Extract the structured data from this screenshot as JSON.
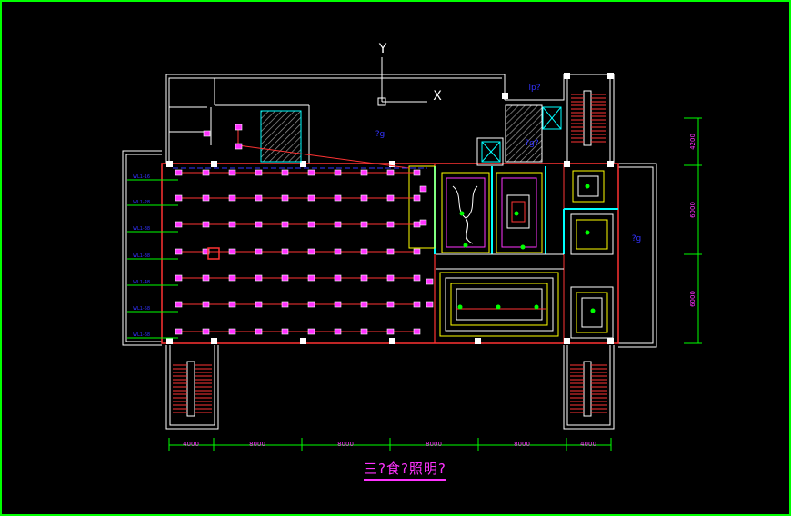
{
  "drawing": {
    "title": "三?食?照明?",
    "axis_y": "Y",
    "axis_x": "X"
  },
  "dimensions": {
    "bottom": [
      "4000",
      "8000",
      "8000",
      "8000",
      "8000",
      "4000"
    ],
    "right": [
      "4200",
      "6000",
      "6000"
    ]
  },
  "room_labels": {
    "main": "?g",
    "top_right": "lp?",
    "lobby": "?g?",
    "east": "?g"
  },
  "circuit_labels": [
    "WL1-16",
    "WL1-28",
    "WL1-38",
    "WL1-38",
    "WL1-48",
    "WL1-58",
    "WL1-68"
  ],
  "colors": {
    "wall": "#ffffff",
    "boundary": "#ff3333",
    "fixture": "#ff33ff",
    "wire": "#ff3333",
    "dimension": "#00ff00",
    "text_blue": "#3333ff",
    "cyan": "#00ffff",
    "yellow": "#ffff00",
    "frame": "#00ff00"
  }
}
